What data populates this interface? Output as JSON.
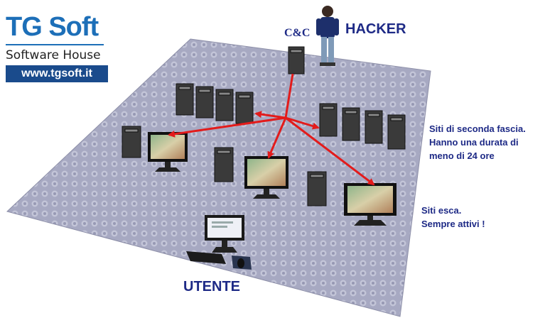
{
  "logo": {
    "brand": "TG Soft",
    "tagline": "Software House",
    "url": "www.tgsoft.it"
  },
  "labels": {
    "hacker": "HACKER",
    "cc": "C&C",
    "user": "UTENTE"
  },
  "notes": {
    "second_tier": [
      "Siti di seconda fascia.",
      "Hanno una durata di",
      "meno di 24 ore"
    ],
    "bait": [
      "Siti esca.",
      "Sempre attivi !"
    ]
  },
  "colors": {
    "floor": "#a9abc4",
    "arrows": "#e31b1b",
    "labels": "#1e2a86",
    "logo_blue": "#1d6fb8"
  }
}
